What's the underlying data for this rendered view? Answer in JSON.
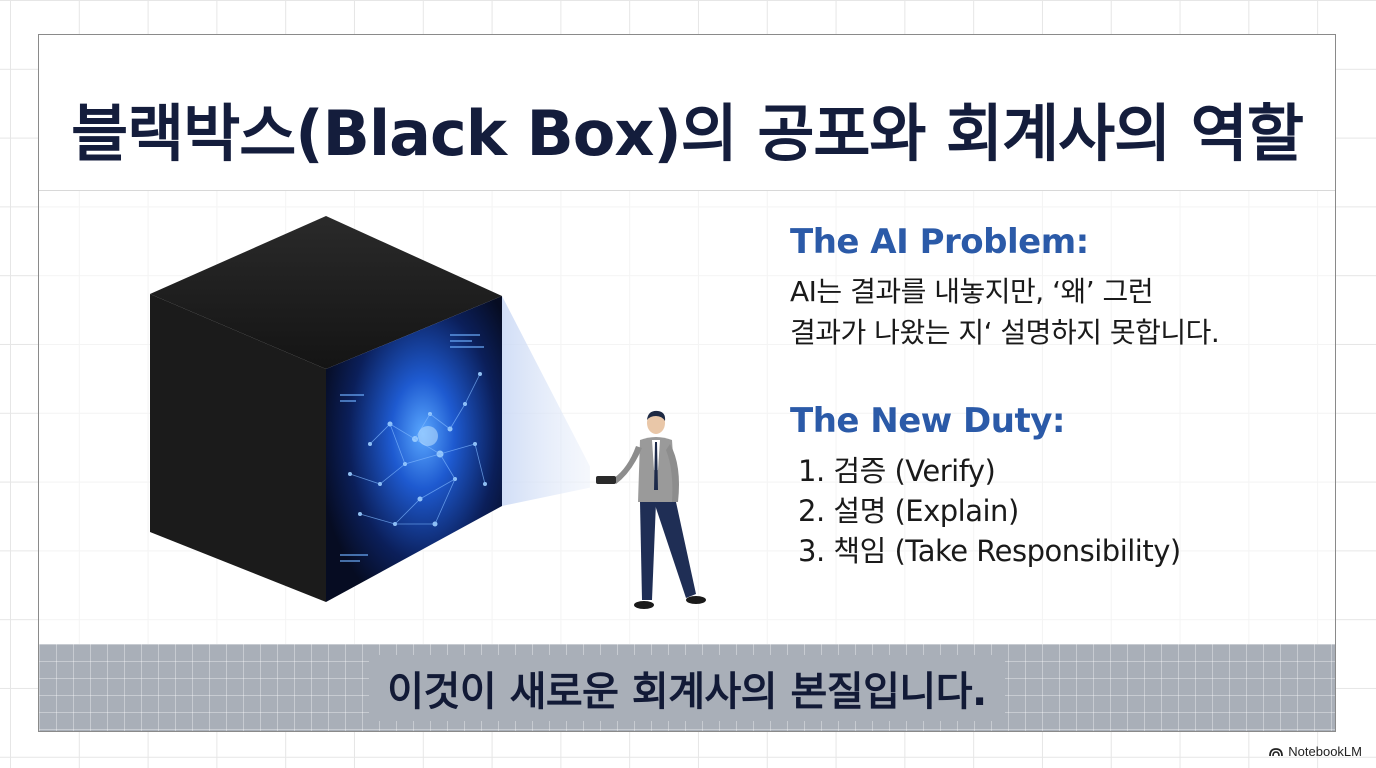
{
  "title": "블랙박스(Black Box)의 공포와 회계사의 역할",
  "problem": {
    "heading": "The AI Problem:",
    "line1": "AI는 결과를 내놓지만, ‘왜’ 그런",
    "line2": "결과가 나왔는 지‘ 설명하지 못합니다."
  },
  "duty": {
    "heading": "The New Duty:",
    "items": [
      "1. 검증 (Verify)",
      "2. 설명 (Explain)",
      "3. 책임 (Take Responsibility)"
    ]
  },
  "footer": "이것이 새로운 회계사의 본질입니다.",
  "brand": "NotebookLM",
  "colors": {
    "title": "#141d3c",
    "heading": "#2b5aa8",
    "footer_band": "#a9afb8",
    "cube_glow": "#3a8bff"
  },
  "icons": {
    "cube": "black-box-cube-illustration",
    "person": "man-with-flashlight-illustration",
    "brand": "notebooklm-logo-icon"
  }
}
